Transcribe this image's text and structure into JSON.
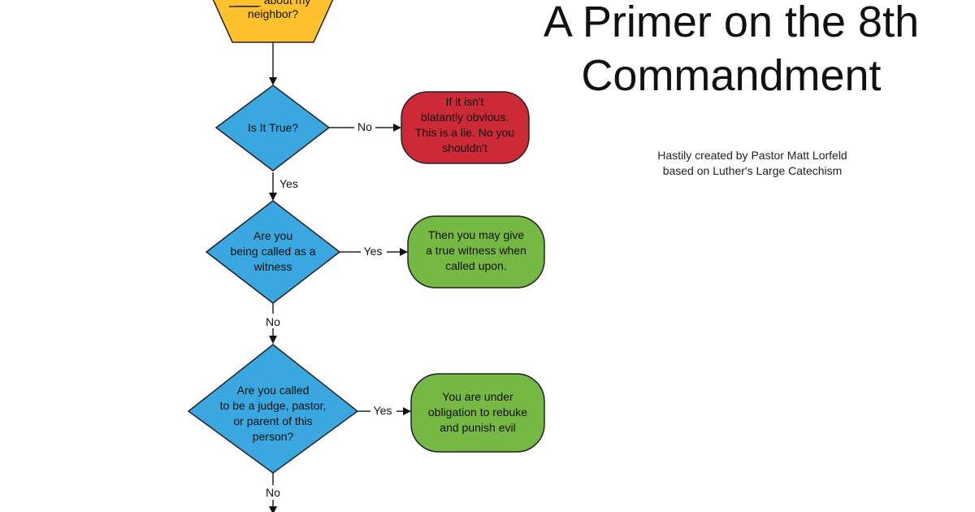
{
  "title": {
    "line1": "A Primer on the 8th",
    "line2": "Commandment"
  },
  "subtitle": {
    "line1": "Hastily created by Pastor Matt Lorfeld",
    "line2": "based on Luther's Large Catechism"
  },
  "colors": {
    "start": "#FFC22E",
    "decision": "#3AA7E0",
    "stop": "#CC2A36",
    "go": "#76B844",
    "stroke": "#222222"
  },
  "flowchart": {
    "start": {
      "lines": [
        "____ about my",
        "neighbor?"
      ]
    },
    "decisions": [
      {
        "lines": [
          "Is It True?"
        ]
      },
      {
        "lines": [
          "Are you",
          "being called as a",
          "witness"
        ]
      },
      {
        "lines": [
          "Are you called",
          "to be a judge, pastor,",
          "or parent of this",
          "person?"
        ]
      }
    ],
    "outcomes": [
      {
        "lines": [
          "If it isn't",
          "blatantly obvious.",
          "This is a lie. No you",
          "shouldn't"
        ]
      },
      {
        "lines": [
          "Then you may give",
          "a true witness when",
          "called upon."
        ]
      },
      {
        "lines": [
          "You are under",
          "obligation to rebuke",
          "and punish evil"
        ]
      }
    ],
    "edge_labels": {
      "q1_no": "No",
      "q1_yes": "Yes",
      "q2_yes": "Yes",
      "q2_no": "No",
      "q3_yes": "Yes",
      "q3_no": "No"
    }
  }
}
